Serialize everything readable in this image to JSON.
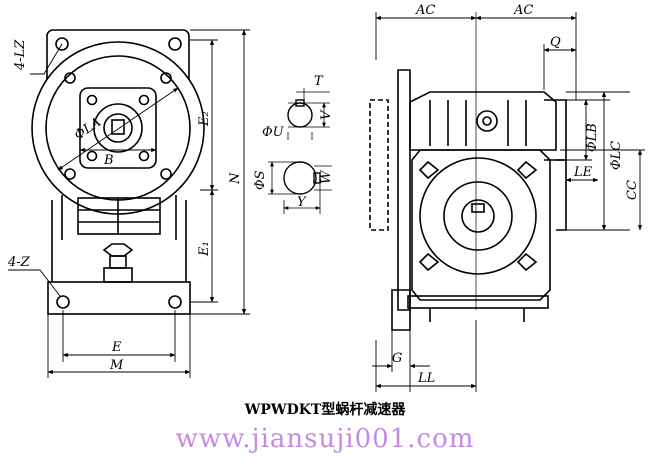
{
  "title": "WPWDKT型蜗杆减速器",
  "website": "www.jiansuji001.com",
  "dims": {
    "four_lz": "4-LZ",
    "four_z": "4-Z",
    "phi_la": "ΦLA",
    "b": "B",
    "e2": "E₂",
    "e1": "E₁",
    "n": "N",
    "e": "E",
    "m": "M",
    "t": "T",
    "phi_u": "ΦU",
    "v": "V",
    "phi_s": "ΦS",
    "w": "W",
    "y": "Y",
    "ac_left": "AC",
    "ac_right": "AC",
    "q": "Q",
    "phi_lb": "ΦLB",
    "phi_lc": "ΦLC",
    "le": "LE",
    "cc": "CC",
    "g": "G",
    "ll": "LL"
  }
}
